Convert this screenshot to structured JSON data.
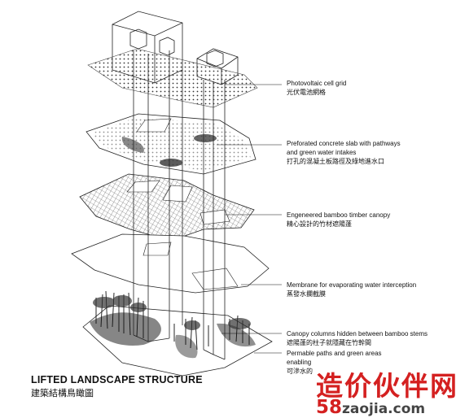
{
  "title": "LIFTED LANDSCAPE STRUCTURE",
  "subtitle": "建築結構鳥瞰圖",
  "labels": [
    {
      "en": "Photovoltaic cell grid",
      "zh": "光伏電池網格"
    },
    {
      "en": "Preforated concrete slab with pathways",
      "en2": "and green water intakes",
      "zh": "打孔的混凝土板路徑及綠地進水口"
    },
    {
      "en": "Engeneered bamboo timber canopy",
      "zh": "精心設計的竹材遮陽蓬"
    },
    {
      "en": "Membrane for evaporating water interception",
      "zh": "蒸發水攔截膜"
    },
    {
      "en": "Canopy columns hidden between bamboo stems",
      "zh": "遮陽蓬的柱子就隱藏在竹幹間"
    },
    {
      "en": "Permable paths and green areas",
      "en2": "enabling",
      "zh": "可滲水的"
    }
  ],
  "watermark": {
    "cn": "造价伙伴网",
    "num": "58",
    "rest": "zaojia.com"
  },
  "colors": {
    "ink": "#111111",
    "watermark": "#d42020"
  }
}
